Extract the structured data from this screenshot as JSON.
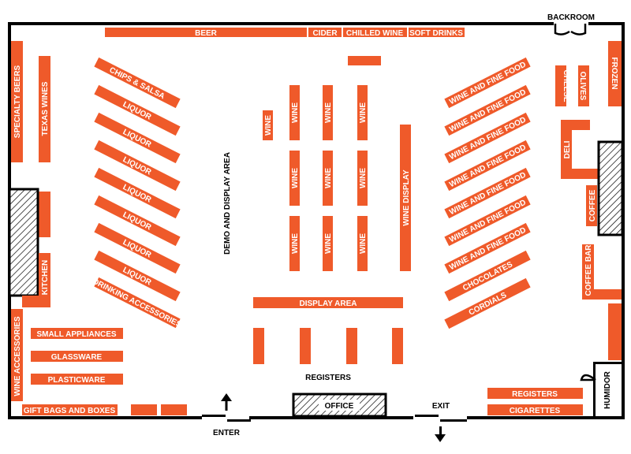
{
  "colors": {
    "shelf": "#ef5a2a",
    "wall": "#000000",
    "background": "#ffffff"
  },
  "labels": {
    "backroom": "BACKROOM",
    "beer": "BEER",
    "cider": "CIDER",
    "chilled_wine": "CHILLED WINE",
    "soft_drinks": "SOFT DRINKS",
    "specialty_beers": "SPECIALTY BEERS",
    "texas_wines": "TEXAS WINES",
    "kitchen": "KITCHEN",
    "wine_accessories": "WINE ACCESSORIES",
    "small_appliances": "SMALL APPLIANCES",
    "glassware": "GLASSWARE",
    "plasticware": "PLASTICWARE",
    "gift_bags": "GIFT BAGS AND BOXES",
    "chips_salsa": "CHIPS & SALSA",
    "liquor": "LIQUOR",
    "drinking_accessories": "DRINKING ACCESSORIES",
    "demo_area": "DEMO AND DISPLAY AREA",
    "wine": "WINE",
    "wine_display": "WINE DISPLAY",
    "display_area": "DISPLAY AREA",
    "registers": "REGISTERS",
    "office": "OFFICE",
    "enter": "ENTER",
    "exit": "EXIT",
    "wine_fine_food": "WINE AND FINE FOOD",
    "chocolates": "CHOCOLATES",
    "cordials": "CORDIALS",
    "cheese": "CHEESE",
    "olives": "OLIVES",
    "frozen": "FROZEN",
    "deli": "DELI",
    "coffee": "COFFEE",
    "coffee_bar": "COFFEE BAR",
    "humidor": "HUMIDOR",
    "cigarettes": "CIGARETTES"
  }
}
